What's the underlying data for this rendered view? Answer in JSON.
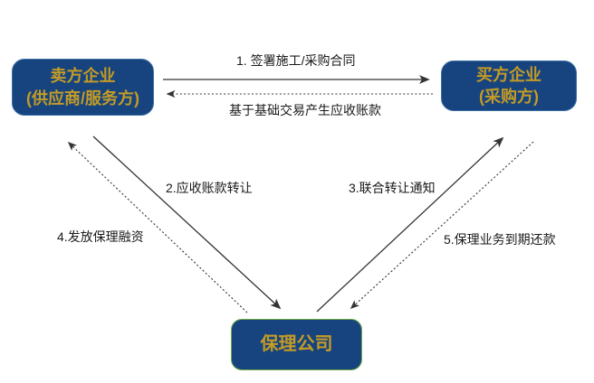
{
  "nodes": {
    "seller": {
      "title": "卖方企业",
      "subtitle": "(供应商/服务方)"
    },
    "buyer": {
      "title": "买方企业",
      "subtitle": "(采购方)"
    },
    "factor": {
      "title": "保理公司"
    }
  },
  "edges": [
    {
      "id": "sign-contract",
      "label": "1. 签署施工/采购合同",
      "from": "seller",
      "to": "buyer",
      "line": "solid"
    },
    {
      "id": "receivable-generated",
      "label": "基于基础交易产生应收账款",
      "from": "buyer",
      "to": "seller",
      "line": "dashed"
    },
    {
      "id": "receivable-transfer",
      "label": "2.应收账款转让",
      "from": "seller",
      "to": "factor",
      "line": "solid"
    },
    {
      "id": "joint-transfer-notice",
      "label": "3.联合转让通知",
      "from": "factor",
      "to": "buyer",
      "line": "solid"
    },
    {
      "id": "issue-factoring-financing",
      "label": "4.发放保理融资",
      "from": "factor",
      "to": "seller",
      "line": "dashed"
    },
    {
      "id": "maturity-repayment",
      "label": "5.保理业务到期还款",
      "from": "buyer",
      "to": "factor",
      "line": "dashed"
    }
  ],
  "colors": {
    "node_fill": "#17447E",
    "node_border_blue": "#3A6EA5",
    "node_border_green": "#70AD47",
    "node_text_gold": "#C49B26",
    "arrow_stroke": "#333333",
    "label_text": "#1A1A1A",
    "background": "#FFFFFF"
  }
}
